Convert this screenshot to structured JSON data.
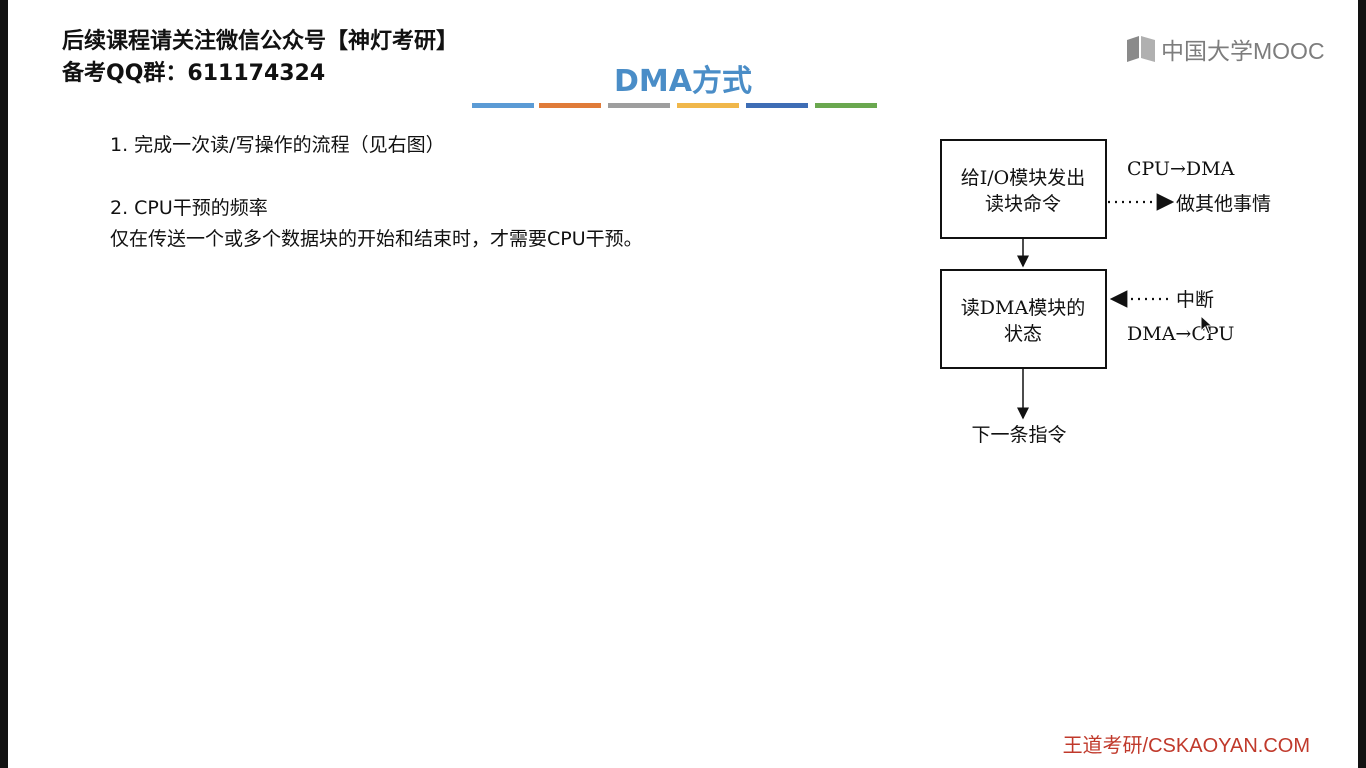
{
  "watermark": {
    "line1": "后续课程请关注微信公众号【神灯考研】",
    "line2": "备考QQ群：611174324"
  },
  "logo": {
    "text": "中国大学MOOC",
    "icon": "mooc-book-icon"
  },
  "slide": {
    "title": "DMA方式",
    "title_color": "#4a8dc7",
    "bar_colors": [
      "#5b9bd5",
      "#e07b39",
      "#9e9e9e",
      "#f0b74a",
      "#3e6db5",
      "#6aa84f"
    ],
    "points": [
      {
        "text": "1. 完成一次读/写操作的流程（见右图）"
      },
      {
        "text": "2. CPU干预的频率"
      },
      {
        "text": "仅在传送一个或多个数据块的开始和结束时，才需要CPU干预。"
      }
    ]
  },
  "diagram": {
    "box1": {
      "line1": "给I/O模块发出",
      "line2": "读块命令"
    },
    "box2": {
      "line1": "读DMA模块的",
      "line2": "状态"
    },
    "side1_top": "CPU→DMA",
    "side1_bottom": "做其他事情",
    "side2_top": "中断",
    "side2_bottom": "DMA→CPU",
    "end": "下一条指令"
  },
  "footer": {
    "text": "王道考研/CSKAOYAN.COM",
    "color": "#c0392b"
  }
}
